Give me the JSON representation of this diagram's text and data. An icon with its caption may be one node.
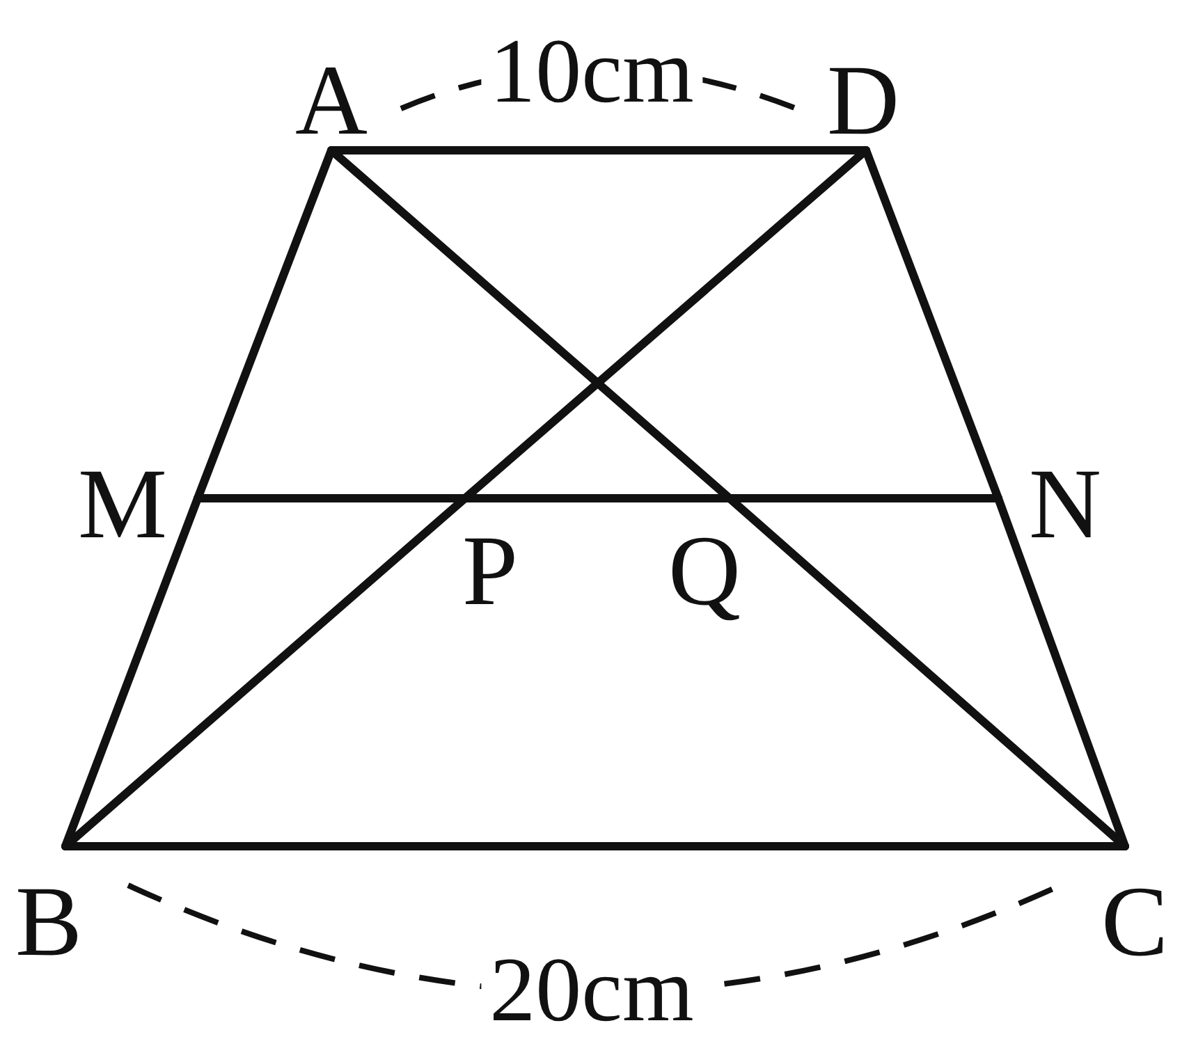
{
  "diagram": {
    "nodes": [
      {
        "text": [
          "A"
        ]
      },
      {
        "text": [
          "D"
        ]
      },
      {
        "text": [
          "M"
        ]
      },
      {
        "text": [
          "N"
        ]
      },
      {
        "text": [
          "P"
        ]
      },
      {
        "text": [
          "Q"
        ]
      },
      {
        "text": [
          "B"
        ]
      },
      {
        "text": [
          "C"
        ]
      }
    ],
    "edges": [
      {
        "from": 0,
        "to": 1,
        "arrow": "none"
      },
      {
        "from": 0,
        "to": 2,
        "arrow": "none"
      },
      {
        "from": 2,
        "to": 6,
        "arrow": "none"
      },
      {
        "from": 6,
        "to": 7,
        "arrow": "none"
      },
      {
        "from": 1,
        "to": 3,
        "arrow": "none"
      },
      {
        "from": 3,
        "to": 7,
        "arrow": "none"
      },
      {
        "from": 0,
        "to": 5,
        "arrow": "none"
      },
      {
        "from": 5,
        "to": 7,
        "arrow": "none"
      },
      {
        "from": 6,
        "to": 4,
        "arrow": "none"
      },
      {
        "from": 4,
        "to": 1,
        "arrow": "none"
      },
      {
        "from": 2,
        "to": 4,
        "arrow": "none"
      },
      {
        "from": 4,
        "to": 5,
        "arrow": "none"
      },
      {
        "from": 5,
        "to": 3,
        "arrow": "none"
      }
    ],
    "labels": [
      "10cm",
      "20cm"
    ]
  }
}
